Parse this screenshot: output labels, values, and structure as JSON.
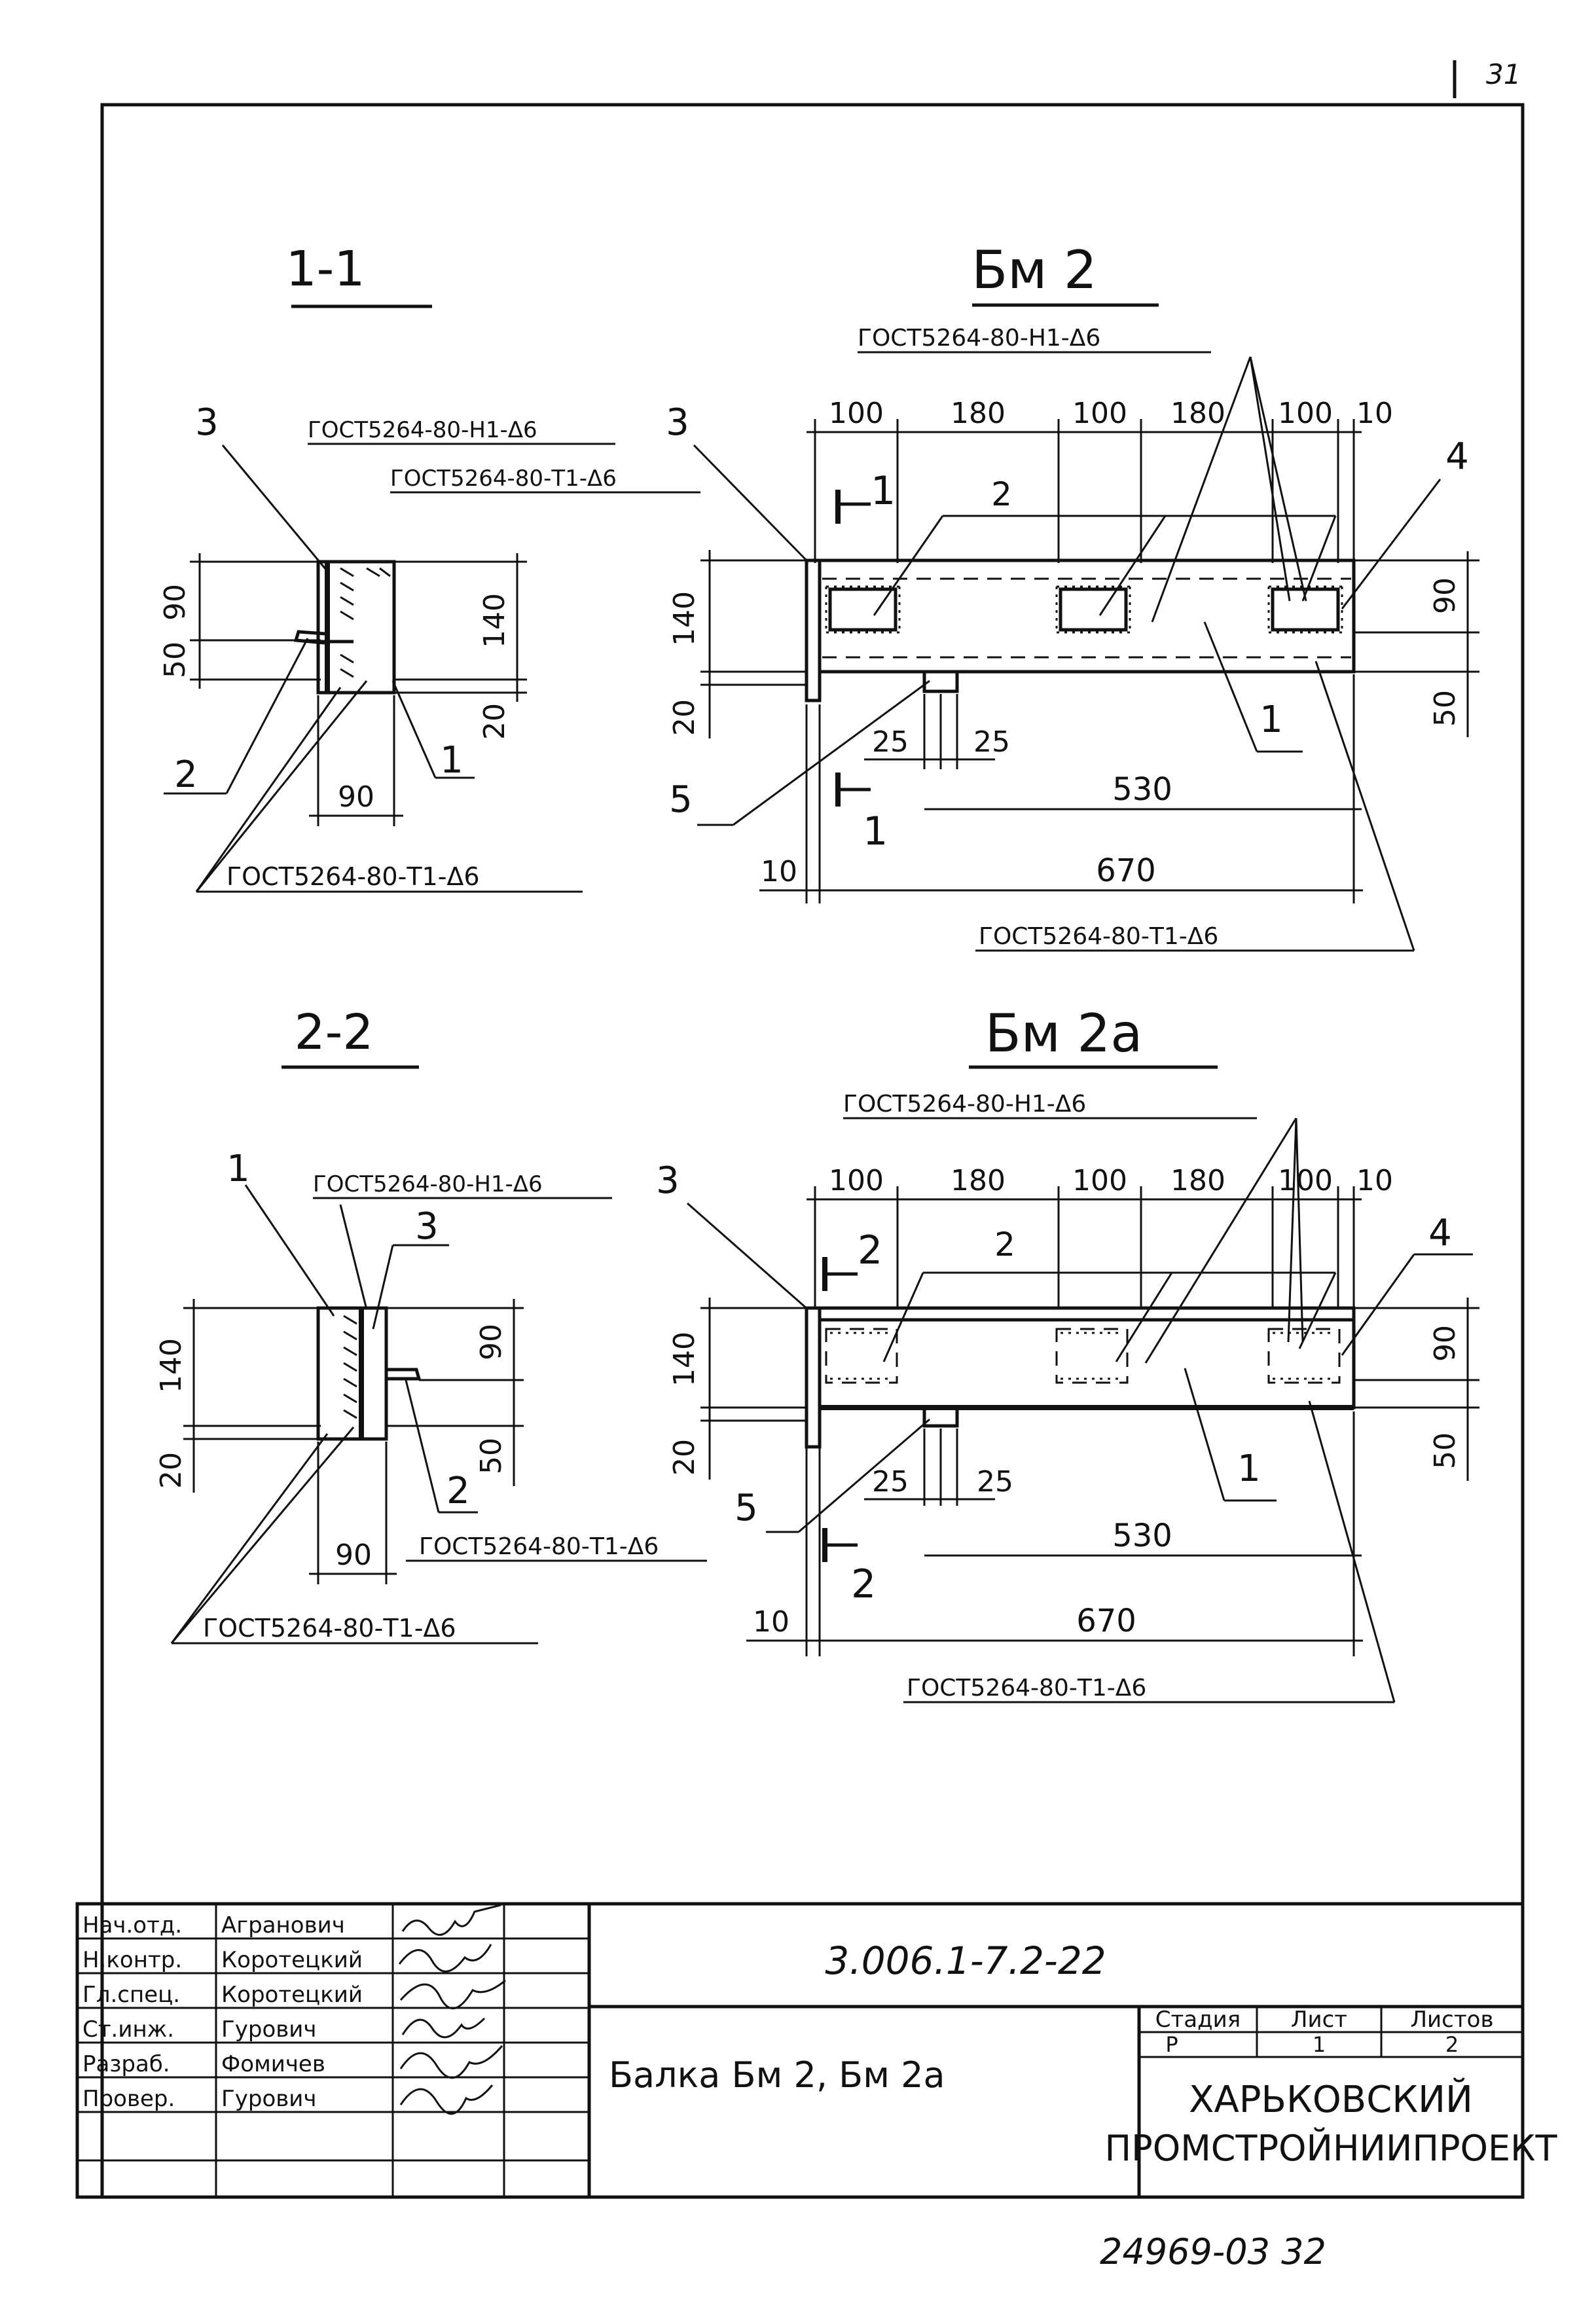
{
  "page_number": "31",
  "bottom_code": "24969-03  32",
  "sections": {
    "s11": {
      "title": "1-1",
      "weld_top": "ГОСТ5264-80-Н1-Δ6",
      "weld_mid": "ГОСТ5264-80-Т1-Δ6",
      "weld_bottom": "ГОСТ5264-80-Т1-Δ6",
      "dims": {
        "d90": "90",
        "d50": "50",
        "d140": "140",
        "d20": "20",
        "d90w": "90"
      },
      "callouts": {
        "c3": "3",
        "c2": "2",
        "c1": "1"
      }
    },
    "s22": {
      "title": "2-2",
      "weld_top": "ГОСТ5264-80-Н1-Δ6",
      "weld_mid": "ГОСТ5264-80-Т1-Δ6",
      "weld_bottom": "ГОСТ5264-80-Т1-Δ6",
      "dims": {
        "d140": "140",
        "d20": "20",
        "d90": "90",
        "d50": "50",
        "d90w": "90"
      },
      "callouts": {
        "c1": "1",
        "c3": "3",
        "c2": "2"
      }
    }
  },
  "beams": {
    "bm2": {
      "title": "Бм 2",
      "weld_top": "ГОСТ5264-80-Н1-Δ6",
      "weld_bottom": "ГОСТ5264-80-Т1-Δ6",
      "section_mark": "1",
      "dims_top": [
        "100",
        "180",
        "100",
        "180",
        "100",
        "10"
      ],
      "dim_left_140": "140",
      "dim_left_20": "20",
      "dim_right_90": "90",
      "dim_right_50": "50",
      "dim_25a": "25",
      "dim_25b": "25",
      "dim_530": "530",
      "dim_10": "10",
      "dim_670": "670",
      "callouts": {
        "c3": "3",
        "c2": "2",
        "c4": "4",
        "c1": "1",
        "c5": "5"
      }
    },
    "bm2a": {
      "title": "Бм 2а",
      "weld_top": "ГОСТ5264-80-Н1-Δ6",
      "weld_bottom": "ГОСТ5264-80-Т1-Δ6",
      "section_mark": "2",
      "dims_top": [
        "100",
        "180",
        "100",
        "180",
        "100",
        "10"
      ],
      "dim_left_140": "140",
      "dim_left_20": "20",
      "dim_right_90": "90",
      "dim_right_50": "50",
      "dim_25a": "25",
      "dim_25b": "25",
      "dim_530": "530",
      "dim_10": "10",
      "dim_670": "670",
      "callouts": {
        "c3": "3",
        "c2": "2",
        "c4": "4",
        "c1": "1",
        "c5": "5"
      }
    }
  },
  "title_block": {
    "rows": [
      {
        "role": "Нач.отд.",
        "name": "Агранович"
      },
      {
        "role": "Н.контр.",
        "name": "Коротецкий"
      },
      {
        "role": "Гл.спец.",
        "name": "Коротецкий"
      },
      {
        "role": "Ст.инж.",
        "name": "Гурович"
      },
      {
        "role": "Разраб.",
        "name": "Фомичев"
      },
      {
        "role": "Провер.",
        "name": "Гурович"
      }
    ],
    "doc_code": "3.006.1-7.2-22",
    "drawing_name": "Балка  Бм 2, Бм 2а",
    "stage_header": "Стадия",
    "sheet_header": "Лист",
    "sheets_header": "Листов",
    "stage": "Р",
    "sheet": "1",
    "sheets": "2",
    "org_line1": "ХАРЬКОВСКИЙ",
    "org_line2": "ПРОМСТРОЙНИИПРОЕКТ"
  }
}
